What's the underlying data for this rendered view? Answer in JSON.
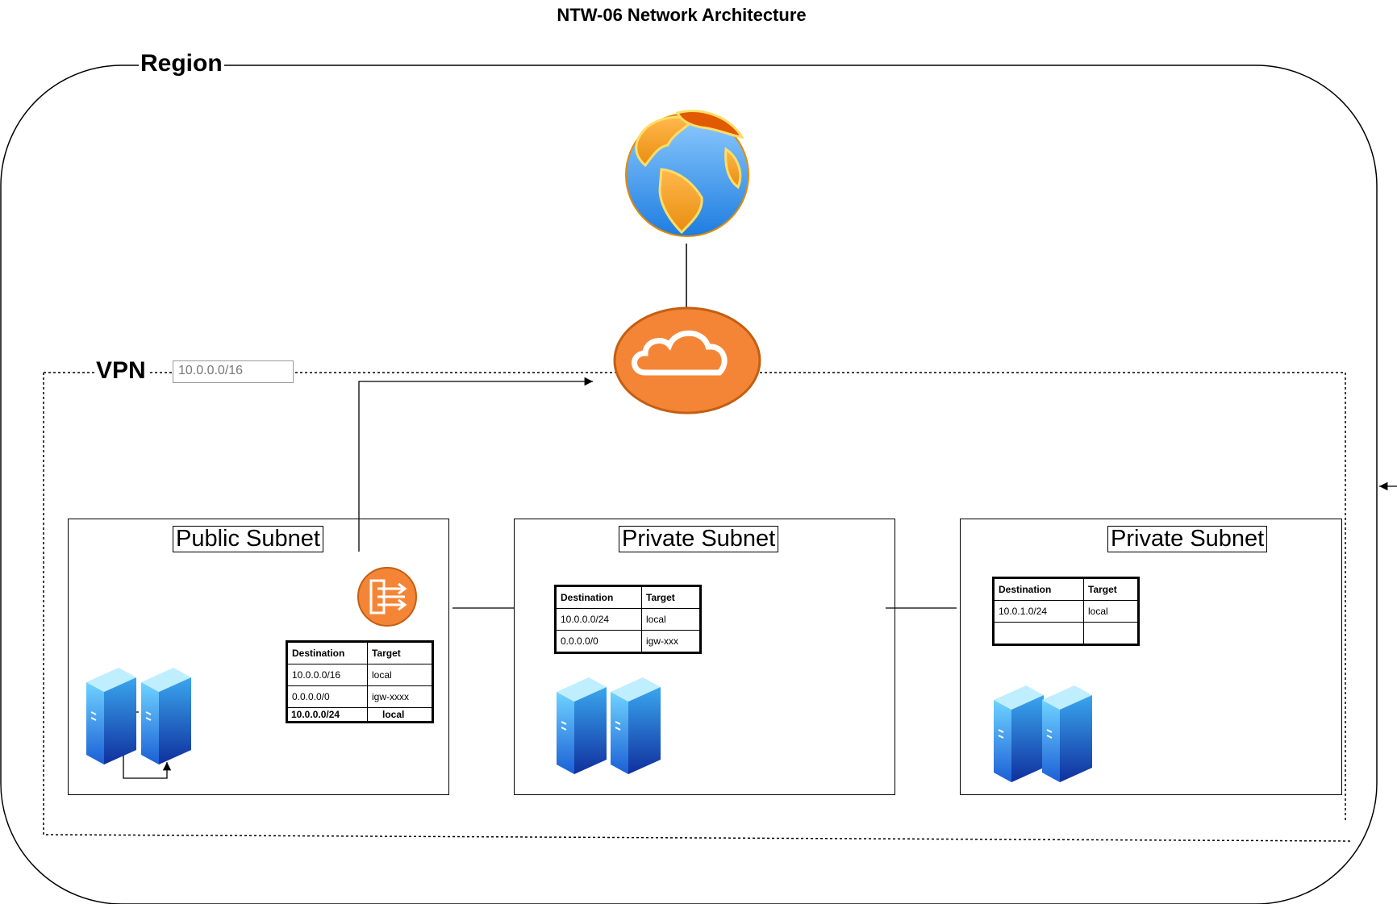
{
  "title": "NTW-06 Network Architecture",
  "region": {
    "label": "Region"
  },
  "vpn": {
    "label": "VPN",
    "cidr": "10.0.0.0/16"
  },
  "icons": [
    "globe-icon",
    "internet-gateway-icon",
    "nat-gateway-icon",
    "server-icon"
  ],
  "subnets": [
    {
      "title": "Public Subnet",
      "route_table": {
        "headers": [
          "Destination",
          "Target"
        ],
        "rows": [
          [
            "10.0.0.0/16",
            "local"
          ],
          [
            "0.0.0.0/0",
            "igw-xxxx"
          ]
        ],
        "extra_row": [
          "10.0.0.0/24",
          "local"
        ]
      }
    },
    {
      "title": "Private Subnet",
      "route_table": {
        "headers": [
          "Destination",
          "Target"
        ],
        "rows": [
          [
            "10.0.0.0/24",
            "local"
          ],
          [
            "0.0.0.0/0",
            "igw-xxx"
          ]
        ]
      }
    },
    {
      "title": "Private Subnet",
      "route_table": {
        "headers": [
          "Destination",
          "Target"
        ],
        "rows": [
          [
            "10.0.1.0/24",
            "local"
          ],
          [
            "",
            ""
          ]
        ]
      }
    }
  ],
  "colors": {
    "igw": "#f58536",
    "server_top": "#9be0ff",
    "server_dark": "#1a4fc4",
    "line": "#000000"
  }
}
